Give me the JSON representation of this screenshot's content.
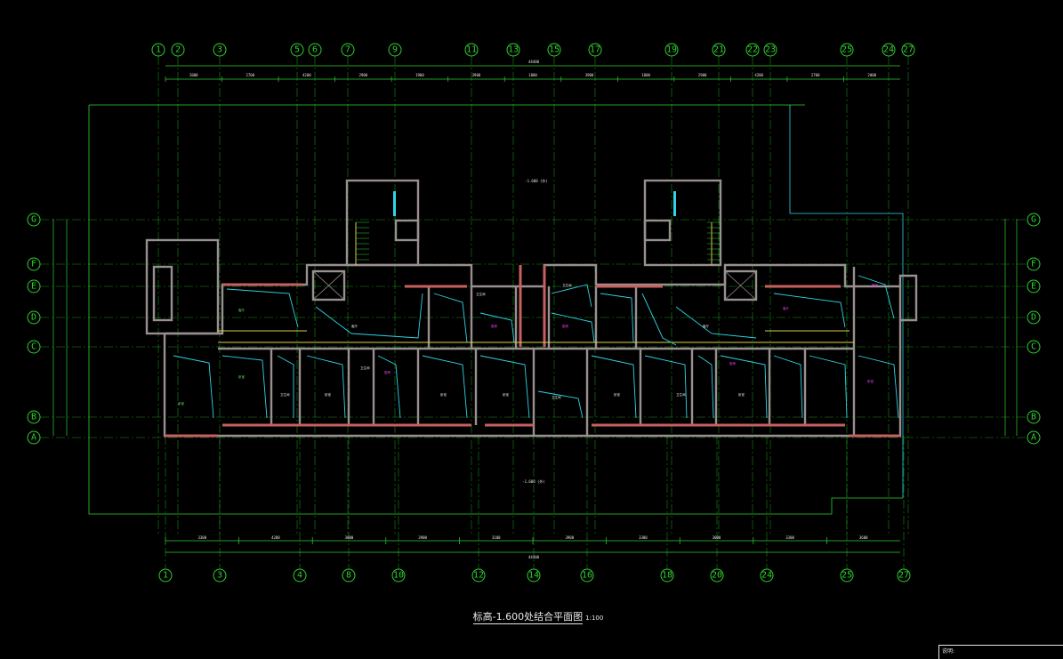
{
  "drawing": {
    "title": "标高-1.600处结合平面图",
    "scale": "1:100",
    "note_label": "说明:"
  },
  "grid": {
    "top_columns": [
      "1",
      "2",
      "3",
      "5",
      "6",
      "7",
      "9",
      "11",
      "13",
      "15",
      "17",
      "19",
      "21",
      "22",
      "23",
      "25",
      "24",
      "27"
    ],
    "bottom_columns": [
      "1",
      "3",
      "4",
      "8",
      "10",
      "12",
      "14",
      "16",
      "18",
      "20",
      "24",
      "25",
      "27"
    ],
    "rows": [
      "G",
      "F",
      "E",
      "D",
      "C",
      "B",
      "A"
    ]
  },
  "dimensions": {
    "overall": "44400",
    "top_segments": [
      "2000",
      "2700",
      "4200",
      "2900",
      "1900",
      "3900",
      "1800",
      "3900",
      "1800",
      "2900",
      "4200",
      "2700",
      "2000"
    ],
    "bottom_segments": [
      "3300",
      "4200",
      "3000",
      "3900",
      "3100",
      "3900",
      "3300",
      "3000",
      "3300",
      "3600"
    ]
  },
  "elevations": {
    "top": "-1.600 (外)",
    "bottom": "-1.600 (外)"
  },
  "rooms": {
    "bedroom": "卧室",
    "living": "客厅",
    "kitchen": "厨房",
    "bath": "卫生间"
  },
  "colors": {
    "background": "#000000",
    "grid": "#2fd12f",
    "wall": "#9a8f8f",
    "pipe": "#2fd5e6",
    "accent": "#ff40ff",
    "yellow": "#d8d04a"
  }
}
